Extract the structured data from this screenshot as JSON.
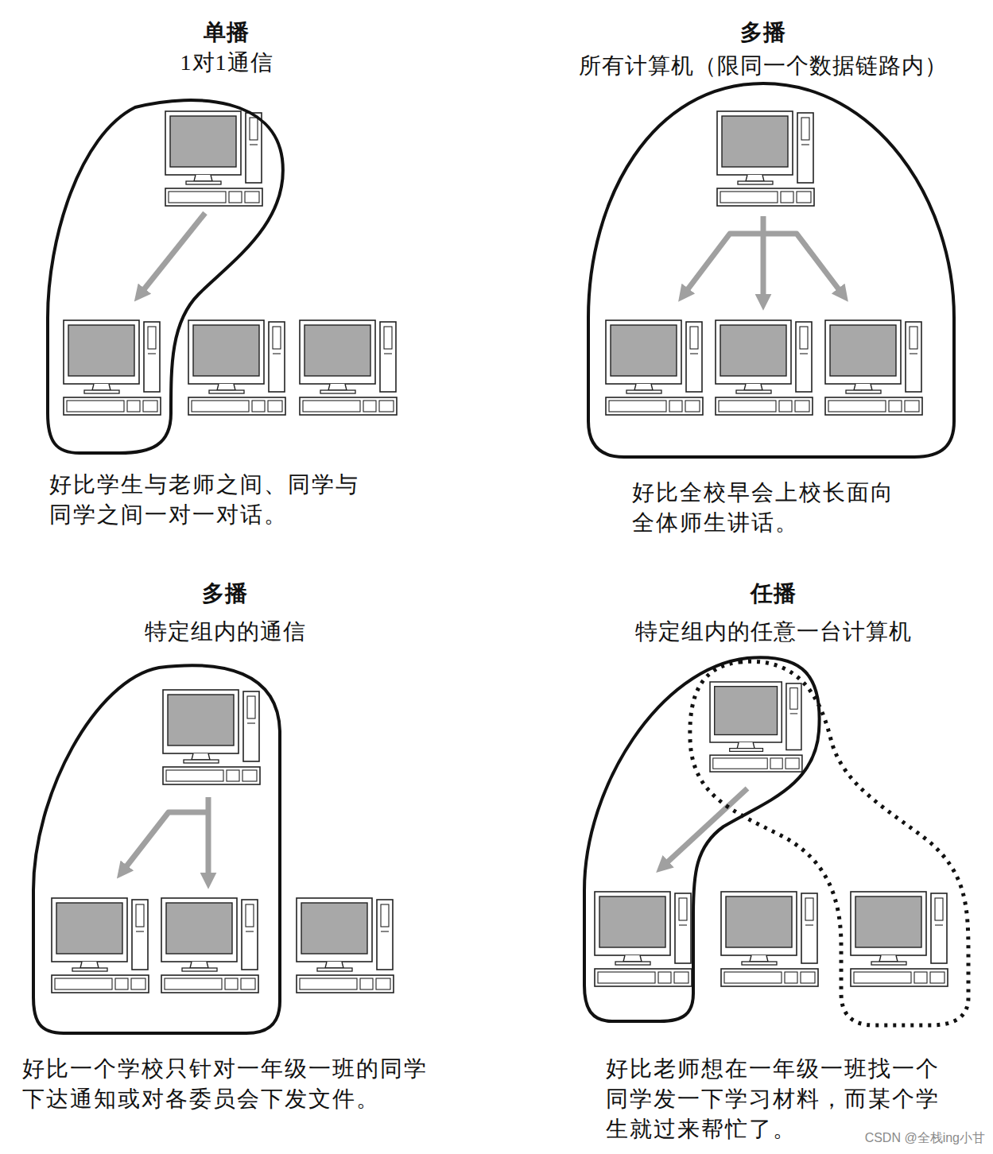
{
  "diagram": {
    "nodes": [
      {
        "text": [
          "单播",
          "1对1通信"
        ]
      },
      {
        "text": [
          "多播",
          "所有计算机（限同一个数据链路内）"
        ]
      },
      {
        "text": [
          "多播",
          "特定组内的通信"
        ]
      },
      {
        "text": [
          "任播",
          "特定组内的任意一台计算机"
        ]
      }
    ],
    "labels": [
      "好比学生与老师之间、同学与同学之间一对一对话。",
      "好比全校早会上校长面向全体师生讲话。",
      "好比一个学校只针对一年级一班的同学下达通知或对各委员会下发文件。",
      "好比老师想在一年级一班找一个同学发一下学习材料，而某个学生就过来帮忙了。",
      "CSDN @全栈ing小甘"
    ]
  }
}
